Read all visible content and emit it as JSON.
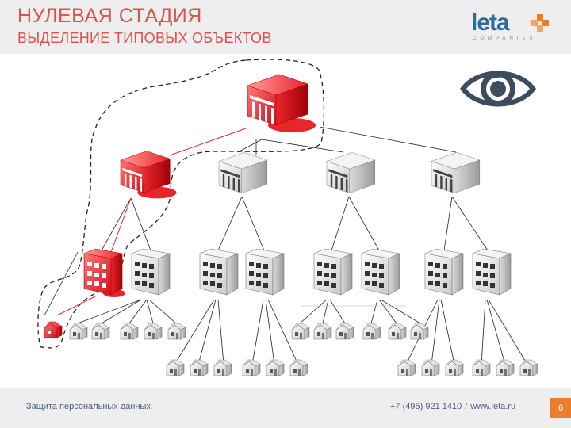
{
  "header": {
    "title": "НУЛЕВАЯ СТАДИЯ",
    "subtitle": "ВЫДЕЛЕНИЕ ТИПОВЫХ ОБЪЕКТОВ"
  },
  "logo": {
    "word": "leta",
    "sub": "companies"
  },
  "footer": {
    "left_text": "Защита персональных данных",
    "phone": "+7 (495) 921 1410",
    "separator": "/",
    "website": "www.leta.ru",
    "page_number": "6"
  },
  "colors": {
    "accent": "#d9534f",
    "highlight": "#e8262c",
    "eye": "#3d4c5e",
    "logo_blue": "#2e6a9e",
    "logo_orange": "#ea7e2c"
  },
  "icons": [
    "eye-icon",
    "logo-mark-icon"
  ]
}
